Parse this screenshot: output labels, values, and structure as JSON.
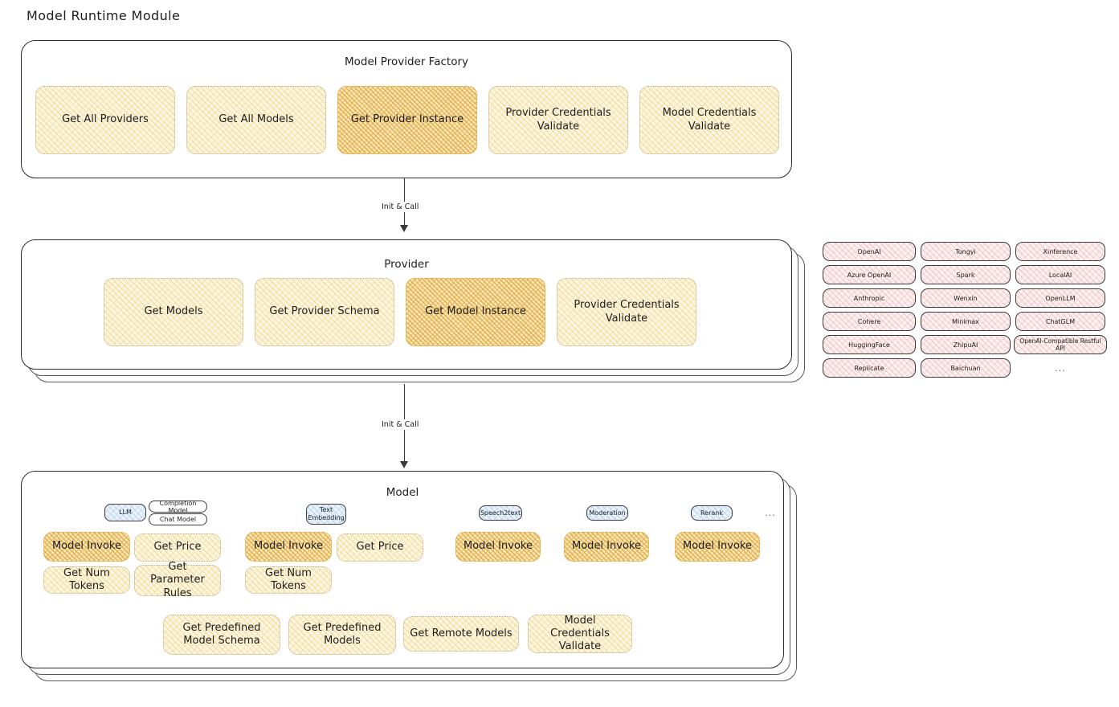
{
  "title": "Model Runtime Module",
  "colors": {
    "node_fill": "#fdf6df",
    "node_highlight_fill": "#fae7bb",
    "provider_chip_fill": "#fdf0f0",
    "model_type_chip_fill": "#eaf2fb",
    "panel_border": "#2b2b2b",
    "text": "#1e1e1e"
  },
  "factory": {
    "title": "Model Provider Factory",
    "nodes": [
      {
        "label": "Get All Providers",
        "highlight": false
      },
      {
        "label": "Get All Models",
        "highlight": false
      },
      {
        "label": "Get Provider Instance",
        "highlight": true
      },
      {
        "label": "Provider Credentials Validate",
        "highlight": false
      },
      {
        "label": "Model Credentials Validate",
        "highlight": false
      }
    ]
  },
  "arrows": [
    {
      "label": "Init & Call",
      "from": "Model Provider Factory",
      "to": "Provider"
    },
    {
      "label": "Init & Call",
      "from": "Provider",
      "to": "Model"
    }
  ],
  "provider": {
    "title": "Provider",
    "stack_layers": 3,
    "nodes": [
      {
        "label": "Get Models",
        "highlight": false
      },
      {
        "label": "Get Provider Schema",
        "highlight": false
      },
      {
        "label": "Get Model Instance",
        "highlight": true
      },
      {
        "label": "Provider Credentials Validate",
        "highlight": false
      }
    ]
  },
  "provider_list": {
    "columns": [
      {
        "items": [
          "OpenAI",
          "Azure OpenAI",
          "Anthropic",
          "Cohere",
          "HuggingFace",
          "Replicate"
        ],
        "ellipsis": false
      },
      {
        "items": [
          "Tongyi",
          "Spark",
          "Wenxin",
          "Minimax",
          "ZhipuAI",
          "Baichuan"
        ],
        "ellipsis": false
      },
      {
        "items": [
          "Xinference",
          "LocalAI",
          "OpenLLM",
          "ChatGLM",
          "OpenAI-Compatible Restful API"
        ],
        "ellipsis": true
      }
    ],
    "ellipsis_label": "..."
  },
  "model": {
    "title": "Model",
    "stack_layers": 3,
    "more_label": "...",
    "types": [
      {
        "chip": "LLM",
        "chip_style": "blue",
        "sub_chips": [
          "Completion Model",
          "Chat Model"
        ],
        "methods": [
          {
            "label": "Model Invoke",
            "highlight": true
          },
          {
            "label": "Get Price",
            "highlight": false
          },
          {
            "label": "Get Num Tokens",
            "highlight": false
          },
          {
            "label": "Get Parameter Rules",
            "highlight": false
          }
        ]
      },
      {
        "chip": "Text Embedding",
        "chip_style": "blue",
        "sub_chips": [],
        "methods": [
          {
            "label": "Model Invoke",
            "highlight": true
          },
          {
            "label": "Get Price",
            "highlight": false
          },
          {
            "label": "Get Num Tokens",
            "highlight": false
          }
        ]
      },
      {
        "chip": "Speech2text",
        "chip_style": "blue",
        "sub_chips": [],
        "methods": [
          {
            "label": "Model Invoke",
            "highlight": true
          }
        ]
      },
      {
        "chip": "Moderation",
        "chip_style": "blue",
        "sub_chips": [],
        "methods": [
          {
            "label": "Model Invoke",
            "highlight": true
          }
        ]
      },
      {
        "chip": "Rerank",
        "chip_style": "blue",
        "sub_chips": [],
        "methods": [
          {
            "label": "Model Invoke",
            "highlight": true
          }
        ]
      }
    ],
    "common_methods": [
      {
        "label": "Get Predefined Model Schema",
        "highlight": false
      },
      {
        "label": "Get Predefined Models",
        "highlight": false
      },
      {
        "label": "Get Remote Models",
        "highlight": false
      },
      {
        "label": "Model Credentials Validate",
        "highlight": false
      }
    ]
  }
}
